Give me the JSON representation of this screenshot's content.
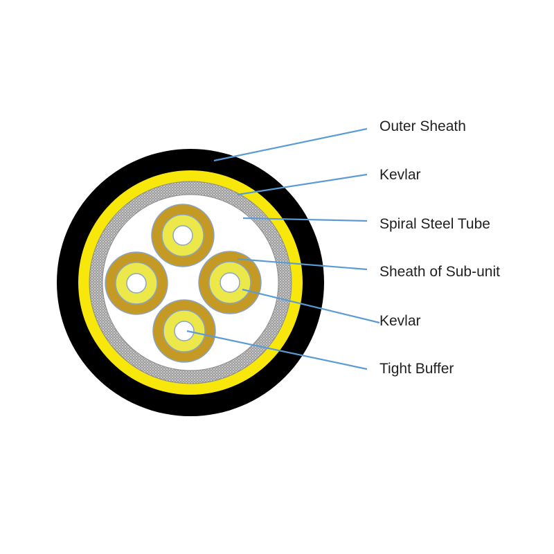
{
  "colors": {
    "outer_sheath": "#000000",
    "kevlar": "#f7e70b",
    "steel_tube": "#a6a6a6",
    "sub_unit_sheath": "#c49a25",
    "sub_unit_kevlar": "#ede84a",
    "tight_buffer": "#ffffff",
    "ring_outline": "#8aa4c8",
    "leader_line": "#5b9bd5",
    "background": "#ffffff"
  },
  "labels": {
    "outer_sheath": "Outer Sheath",
    "kevlar": "Kevlar",
    "spiral_steel_tube": "Spiral Steel Tube",
    "sheath_of_sub_unit": "Sheath of Sub-unit",
    "sub_unit_kevlar": "Kevlar",
    "tight_buffer": "Tight Buffer"
  },
  "sub_unit_count": 4
}
